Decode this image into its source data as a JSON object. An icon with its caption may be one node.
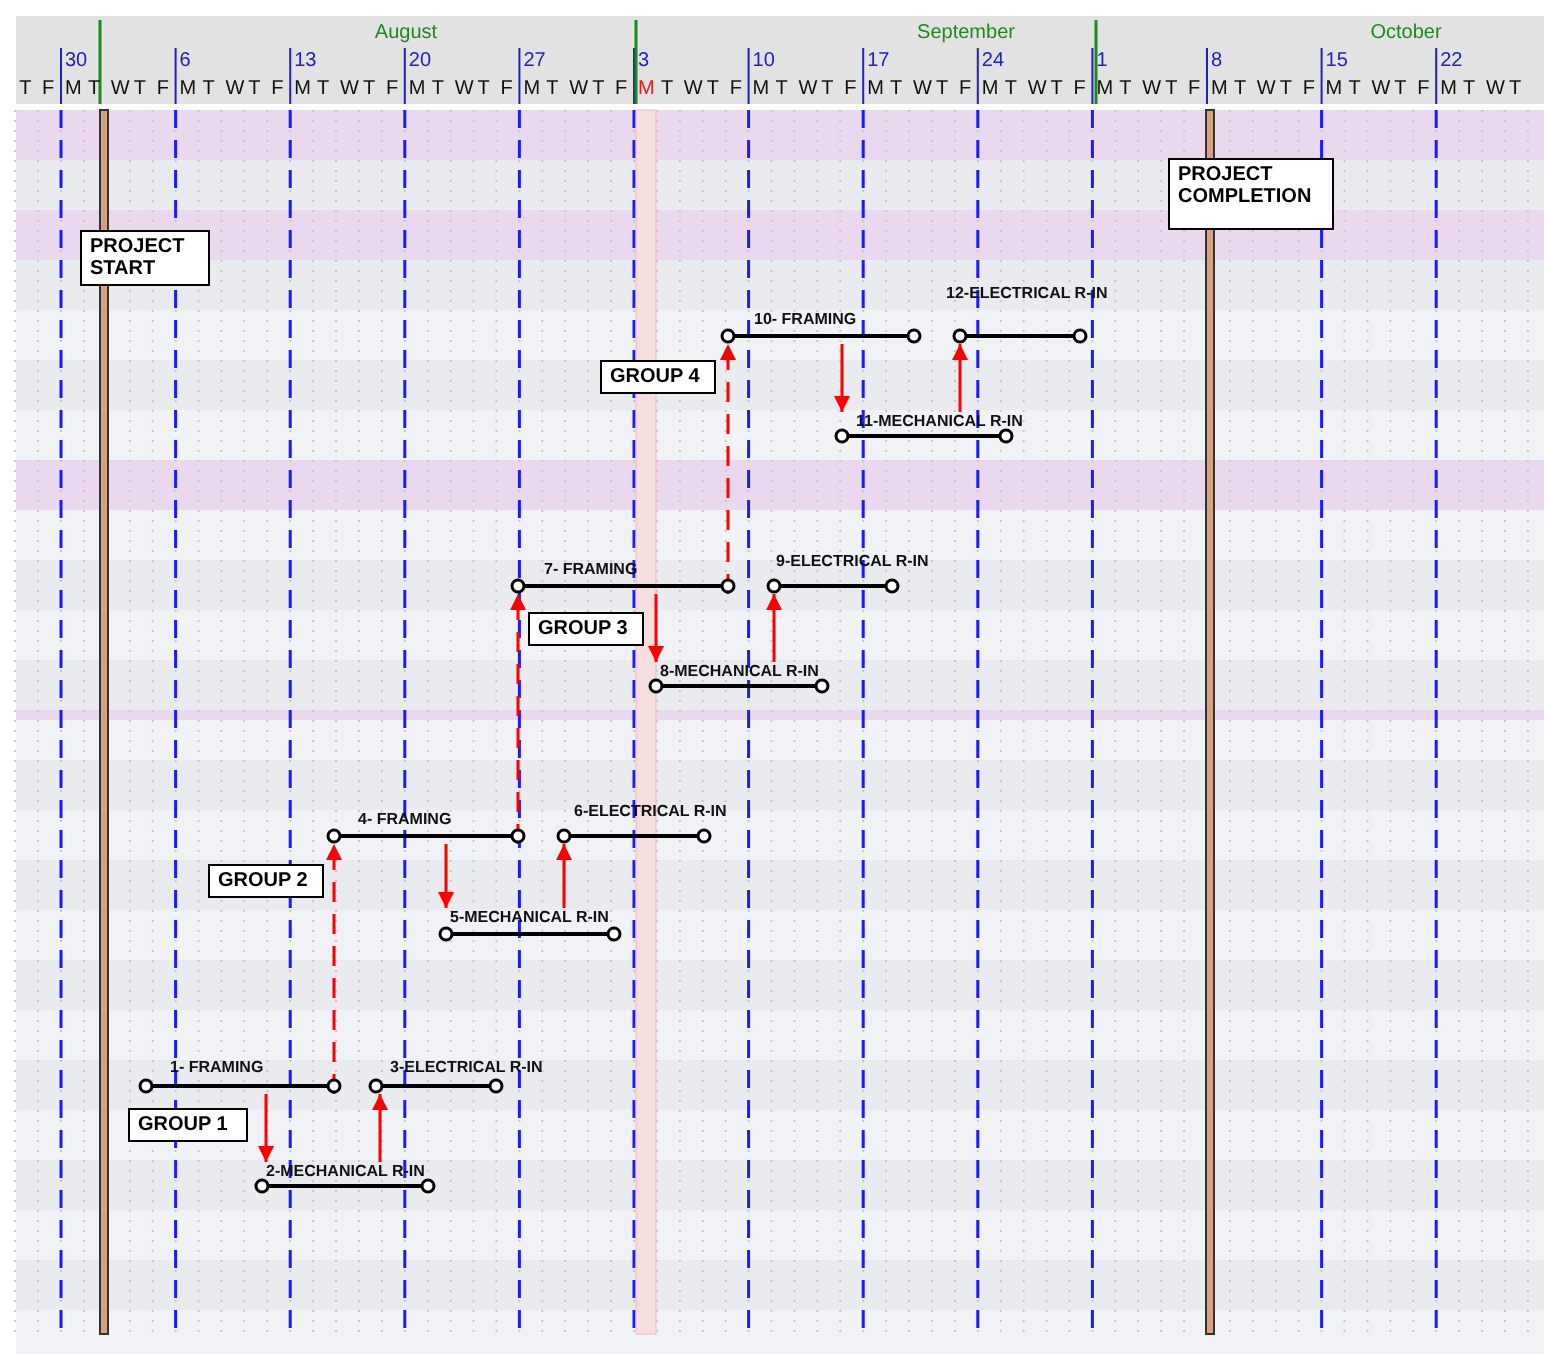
{
  "diagram": {
    "nodes": [
      {
        "text": [
          "PROJECT COMPLETION"
        ]
      },
      {
        "text": [
          "PROJECT START"
        ]
      },
      {
        "text": [
          "10- FRAMING"
        ]
      },
      {
        "text": [
          "12-ELECTRICAL R-IN"
        ]
      },
      {
        "text": [
          "GROUP 4"
        ]
      },
      {
        "text": [
          "11-MECHANICAL R-IN"
        ]
      },
      {
        "text": [
          "7- FRAMING"
        ]
      },
      {
        "text": [
          "9-ELECTRICAL R-IN"
        ]
      },
      {
        "text": [
          "GROUP 3"
        ]
      },
      {
        "text": [
          "8-MECHANICAL R-IN"
        ]
      },
      {
        "text": [
          "4- FRAMING"
        ]
      },
      {
        "text": [
          "6-ELECTRICAL R-IN"
        ]
      },
      {
        "text": [
          "GROUP 2"
        ]
      },
      {
        "text": [
          "5-MECHANICAL R-IN"
        ]
      },
      {
        "text": [
          "1- FRAMING"
        ]
      },
      {
        "text": [
          "3-ELECTRICAL R-IN"
        ]
      },
      {
        "text": [
          "GROUP 1"
        ]
      },
      {
        "text": [
          "2-MECHANICAL R-IN"
        ]
      }
    ],
    "edges": [
      {
        "from": 14,
        "to": 17,
        "arrow": "to"
      },
      {
        "from": 17,
        "to": 15,
        "arrow": "to"
      },
      {
        "from": 14,
        "to": 10,
        "arrow": "to",
        "style": "dashed"
      },
      {
        "from": 10,
        "to": 13,
        "arrow": "to"
      },
      {
        "from": 13,
        "to": 11,
        "arrow": "to"
      },
      {
        "from": 10,
        "to": 6,
        "arrow": "to",
        "style": "dashed"
      },
      {
        "from": 6,
        "to": 9,
        "arrow": "to"
      },
      {
        "from": 9,
        "to": 7,
        "arrow": "to"
      },
      {
        "from": 6,
        "to": 2,
        "arrow": "to",
        "style": "dashed"
      },
      {
        "from": 2,
        "to": 5,
        "arrow": "to"
      },
      {
        "from": 5,
        "to": 3,
        "arrow": "to"
      }
    ],
    "labels": [
      "August",
      "September",
      "October",
      "30",
      "6",
      "13",
      "20",
      "27",
      "3",
      "10",
      "17",
      "24",
      "1",
      "8",
      "15",
      "22",
      "T",
      "F",
      "M",
      "T",
      "W",
      "T",
      "F",
      "M",
      "T",
      "W",
      "T",
      "F",
      "M",
      "T",
      "W",
      "T",
      "F",
      "M",
      "T",
      "W",
      "T",
      "F",
      "M",
      "T",
      "W",
      "T",
      "F",
      "M",
      "T",
      "W",
      "T",
      "F",
      "M",
      "T",
      "W",
      "T",
      "F",
      "M",
      "T",
      "W",
      "T",
      "F",
      "M",
      "T",
      "W",
      "T",
      "F",
      "M",
      "T",
      "W",
      "T",
      "F",
      "M",
      "T",
      "W",
      "T",
      "F",
      "M",
      "T",
      "W",
      "T",
      "F",
      "M",
      "T",
      "W",
      "T"
    ]
  }
}
